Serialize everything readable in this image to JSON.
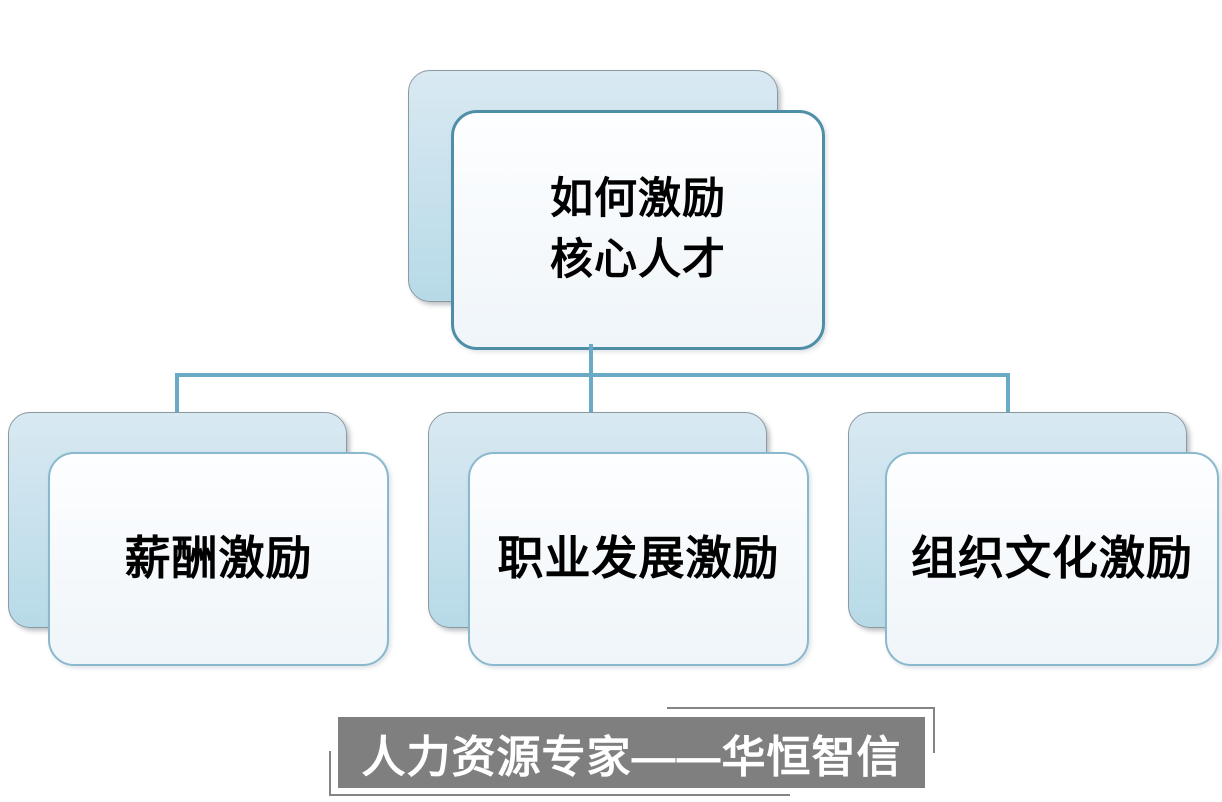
{
  "diagram": {
    "type": "org-chart",
    "root": {
      "line1": "如何激励",
      "line2": "核心人才"
    },
    "children": [
      {
        "label": "薪酬激励"
      },
      {
        "label": "职业发展激励"
      },
      {
        "label": "组织文化激励"
      }
    ]
  },
  "footer": {
    "banner": "人力资源专家——华恒智信"
  },
  "colors": {
    "connector": "#6aaac6",
    "root_border": "#4e8fa7",
    "child_border": "#8ab8cd",
    "back_top": "#d9e9f2",
    "back_bottom": "#b7dae8",
    "back_border": "#8b98a0",
    "front_top": "#fdfeff",
    "front_bottom": "#eff5f9",
    "banner_bg": "#7f7f7f",
    "banner_text": "#ffffff",
    "bracket": "#848484",
    "node_text": "#000000"
  }
}
